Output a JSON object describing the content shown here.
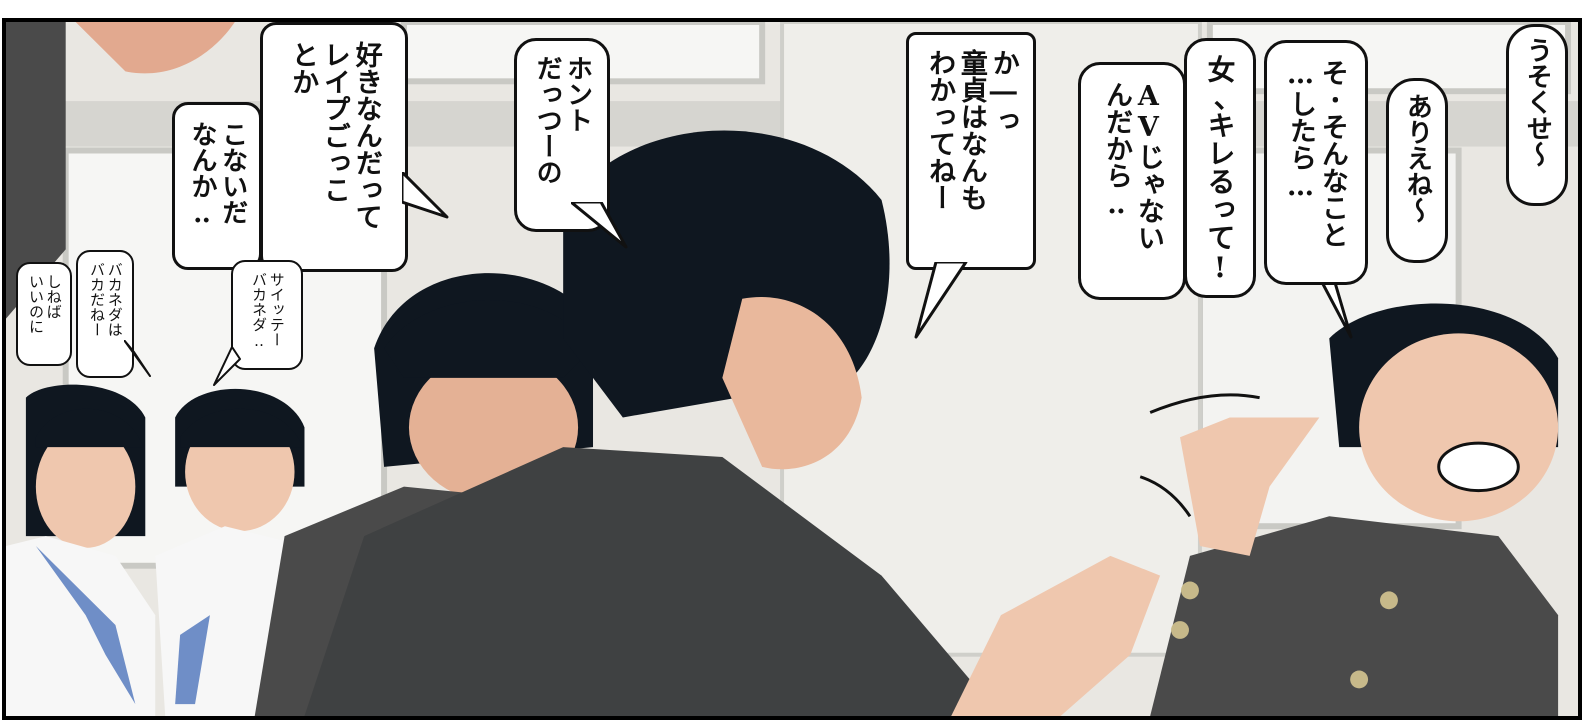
{
  "panel": {
    "bubbles": [
      {
        "id": "usokuse",
        "text": "うそくせ〜"
      },
      {
        "id": "arienee",
        "text": "ありえね〜"
      },
      {
        "id": "sonna-koto",
        "text": "そ･そんなこと\n…したら…"
      },
      {
        "id": "onna-kireru",
        "text": "女､キレるって!"
      },
      {
        "id": "av-janai",
        "text": "AVじゃない\nんだから‥"
      },
      {
        "id": "doutei",
        "text": "か―っ\n童貞はなんも\nわかってねー"
      },
      {
        "id": "honto",
        "text": "ホント\nだっつーの"
      },
      {
        "id": "suki-nan-datte",
        "text": "好きなんだって\nレイプごっこ\nとか"
      },
      {
        "id": "konaida",
        "text": "こないだ\nなんか‥"
      },
      {
        "id": "saitee",
        "text": "サイッテー\nバカネダ‥"
      },
      {
        "id": "bakaneda-wa",
        "text": "バカネダは\nバカだねー"
      },
      {
        "id": "shineba",
        "text": "しねば\nいいのに"
      }
    ]
  },
  "colors": {
    "ink": "#111111",
    "uniform": "#4a4a4a",
    "skin": "#efc7ae",
    "hair": "#0f1720",
    "wall": "#e9e7e2",
    "scarf": "#6f8ec7"
  }
}
